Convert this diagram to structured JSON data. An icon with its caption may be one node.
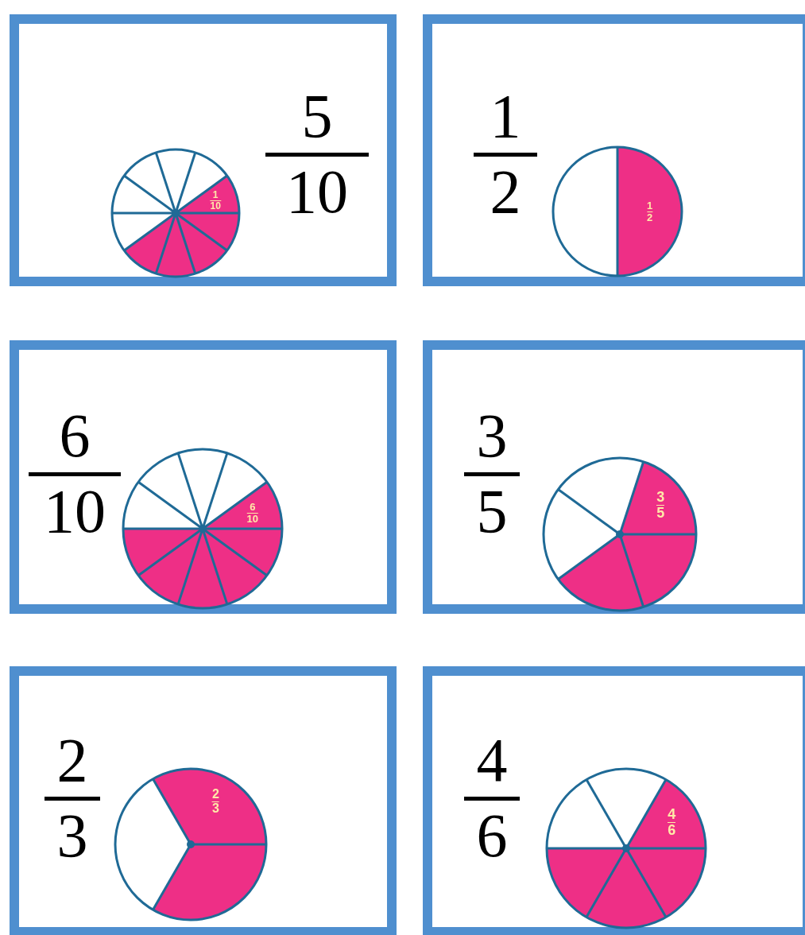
{
  "diagram": {
    "nodes": [
      {
        "text": [
          "5",
          "10"
        ]
      },
      {
        "text": [
          "1",
          "10"
        ],
        "in": 0
      },
      {
        "text": [
          "1",
          "2"
        ]
      },
      {
        "text": [
          "1",
          "2"
        ],
        "in": 2
      },
      {
        "text": [
          "6",
          "10"
        ]
      },
      {
        "text": [
          "6",
          "10"
        ],
        "in": 4
      },
      {
        "text": [
          "3",
          "5"
        ]
      },
      {
        "text": [
          "3",
          "5"
        ],
        "in": 6
      },
      {
        "text": [
          "2",
          "3"
        ]
      },
      {
        "text": [
          "2",
          "3"
        ],
        "in": 8
      },
      {
        "text": [
          "4",
          "6"
        ]
      },
      {
        "text": [
          "4",
          "6"
        ],
        "in": 10
      }
    ]
  }
}
